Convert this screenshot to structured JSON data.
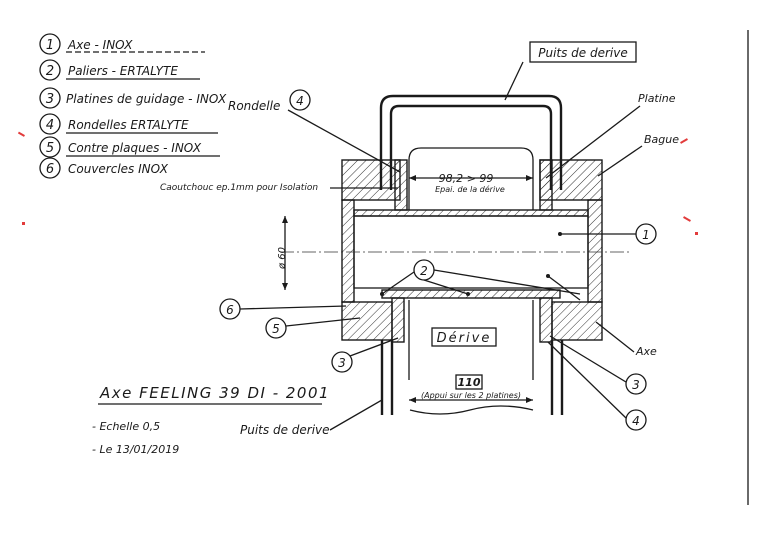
{
  "legend": [
    {
      "num": "1",
      "text": "Axe - INOX"
    },
    {
      "num": "2",
      "text": "Paliers - ERTALYTE"
    },
    {
      "num": "3",
      "text": "Platines de guidage - INOX"
    },
    {
      "num": "4",
      "text": "Rondelles ERTALYTE"
    },
    {
      "num": "5",
      "text": "Contre plaques - INOX"
    },
    {
      "num": "6",
      "text": "Couvercles INOX"
    }
  ],
  "labels": {
    "puits_top": "Puits de derive",
    "puits_bottom": "Puits de derive",
    "rondelle": "Rondelle",
    "platine": "Platine",
    "bague": "Bague",
    "caoutchouc": "Caoutchouc ep.1mm pour Isolation",
    "dim_width": "98,2 > 99",
    "epai": "Epai. de la dérive",
    "diameter": "ø 60",
    "derive": "Dérive",
    "axe": "Axe",
    "dim_bottom": "110",
    "appui": "(Appui sur les 2 platines)"
  },
  "callouts": [
    "4",
    "1",
    "2",
    "6",
    "5",
    "3",
    "3",
    "4"
  ],
  "title": {
    "main": "Axe FEELING 39 DI - 2001",
    "scale": "- Echelle 0,5",
    "date": "- Le 13/01/2019"
  },
  "colors": {
    "ink": "#1a1a1a",
    "mark": "#e23b3b"
  }
}
